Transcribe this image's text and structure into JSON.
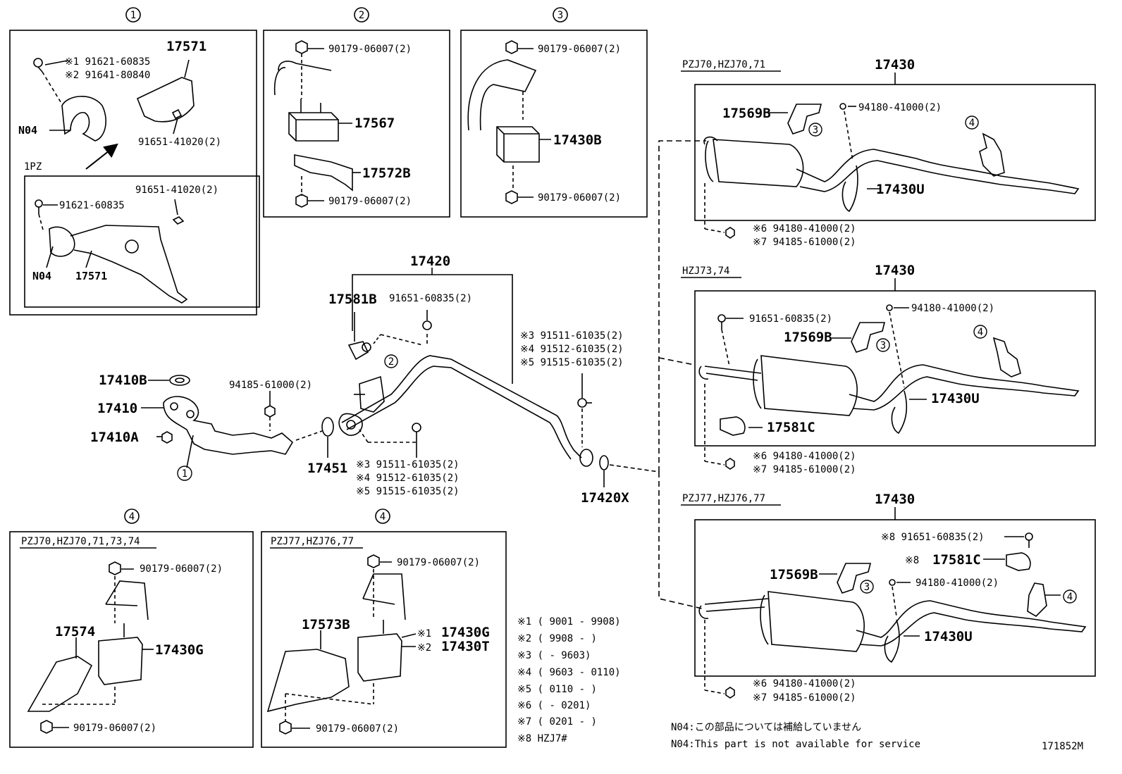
{
  "sections": {
    "s1": "1",
    "s2": "2",
    "s3": "3",
    "s4a": "4",
    "s4b": "4"
  },
  "box1": {
    "pn_main": "17571",
    "note1": "※1 91621-60835",
    "note2": "※2 91641-80840",
    "n04": "N04",
    "bolt": "91651-41020(2)",
    "sub_label": "1PZ",
    "sub_bolt": "91651-41020(2)",
    "sub_screw": "91621-60835",
    "sub_n04": "N04",
    "sub_pn": "17571"
  },
  "box2": {
    "top": "90179-06007(2)",
    "mount": "17567",
    "bracket": "17572B",
    "bottom": "90179-06007(2)"
  },
  "box3": {
    "top": "90179-06007(2)",
    "mount": "17430B",
    "bottom": "90179-06007(2)"
  },
  "center": {
    "p17420": "17420",
    "p17581B": "17581B",
    "bolt_top": "91651-60835(2)",
    "c2": "2",
    "r_note3": "※3 91511-61035(2)",
    "r_note4": "※4 91512-61035(2)",
    "r_note5": "※5 91515-61035(2)",
    "p17410B": "17410B",
    "p17410": "17410",
    "p17410A": "17410A",
    "nut": "94185-61000(2)",
    "c1": "1",
    "p17451": "17451",
    "b_note3": "※3 91511-61035(2)",
    "b_note4": "※4 91512-61035(2)",
    "b_note5": "※5 91515-61035(2)",
    "p17420X": "17420X"
  },
  "right1": {
    "model": "PZJ70,HZJ70,71",
    "pn": "17430",
    "p17569B": "17569B",
    "c3": "3",
    "c4": "4",
    "nut": "94180-41000(2)",
    "hanger": "17430U",
    "n6": "※6 94180-41000(2)",
    "n7": "※7 94185-61000(2)"
  },
  "right2": {
    "model": "HZJ73,74",
    "pn": "17430",
    "bolt": "91651-60835(2)",
    "nut": "94180-41000(2)",
    "p17569B": "17569B",
    "c3": "3",
    "c4": "4",
    "hanger": "17430U",
    "sensor": "17581C",
    "n6": "※6 94180-41000(2)",
    "n7": "※7 94185-61000(2)"
  },
  "right3": {
    "model": "PZJ77,HZJ76,77",
    "pn": "17430",
    "n8bolt": "※8 91651-60835(2)",
    "n8sensor": "※8",
    "sensor": "17581C",
    "p17569B": "17569B",
    "c3": "3",
    "nut": "94180-41000(2)",
    "c4": "4",
    "hanger": "17430U",
    "n6": "※6 94180-41000(2)",
    "n7": "※7 94185-61000(2)"
  },
  "box4a": {
    "model": "PZJ70,HZJ70,71,73,74",
    "top": "90179-06007(2)",
    "bracket": "17574",
    "mount": "17430G",
    "bottom": "90179-06007(2)"
  },
  "box4b": {
    "model": "PZJ77,HZJ76,77",
    "top": "90179-06007(2)",
    "bracket": "17573B",
    "n1": "※1",
    "m1": "17430G",
    "n2": "※2",
    "m2": "17430T",
    "bottom": "90179-06007(2)"
  },
  "footnotes": [
    "※1 ( 9001 - 9908)",
    "※2 ( 9908 -      )",
    "※3 (       - 9603)",
    "※4 ( 9603 - 0110)",
    "※5 ( 0110 -      )",
    "※6 (       - 0201)",
    "※7 ( 0201 -      )",
    "※8 HZJ7#"
  ],
  "notes": {
    "n04_jp": "N04:この部品については補給していません",
    "n04_en": "N04:This part is not available for service"
  },
  "diagram_id": "171852M"
}
